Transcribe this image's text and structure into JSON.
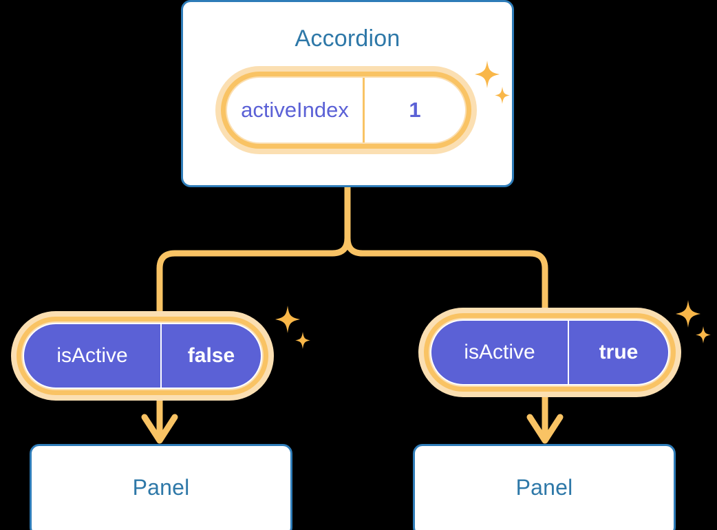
{
  "diagram": {
    "title_semantic": "react-component-state-tree",
    "colors": {
      "background": "#000000",
      "card_border": "#2E7CB8",
      "card_title_text": "#2E78A8",
      "card_fill": "#FFFFFF",
      "highlight_ring_outer": "#FBDFB2",
      "highlight_ring_inner": "#F9C364",
      "connector": "#F9C364",
      "state_pill_fill": "#5B61D6",
      "state_pill_text": "#FFFFFF",
      "root_value_text": "#5B61D6"
    }
  },
  "root": {
    "label": "Accordion",
    "state": {
      "key": "activeIndex",
      "value": "1"
    }
  },
  "children": [
    {
      "id": "left",
      "state": {
        "key": "isActive",
        "value": "false"
      },
      "panel": {
        "label": "Panel"
      }
    },
    {
      "id": "right",
      "state": {
        "key": "isActive",
        "value": "true"
      },
      "panel": {
        "label": "Panel"
      }
    }
  ],
  "icons": {
    "sparkle_large": "sparkle-four-point-large-icon",
    "sparkle_small": "sparkle-four-point-small-icon",
    "arrow_down": "arrow-down-icon"
  }
}
